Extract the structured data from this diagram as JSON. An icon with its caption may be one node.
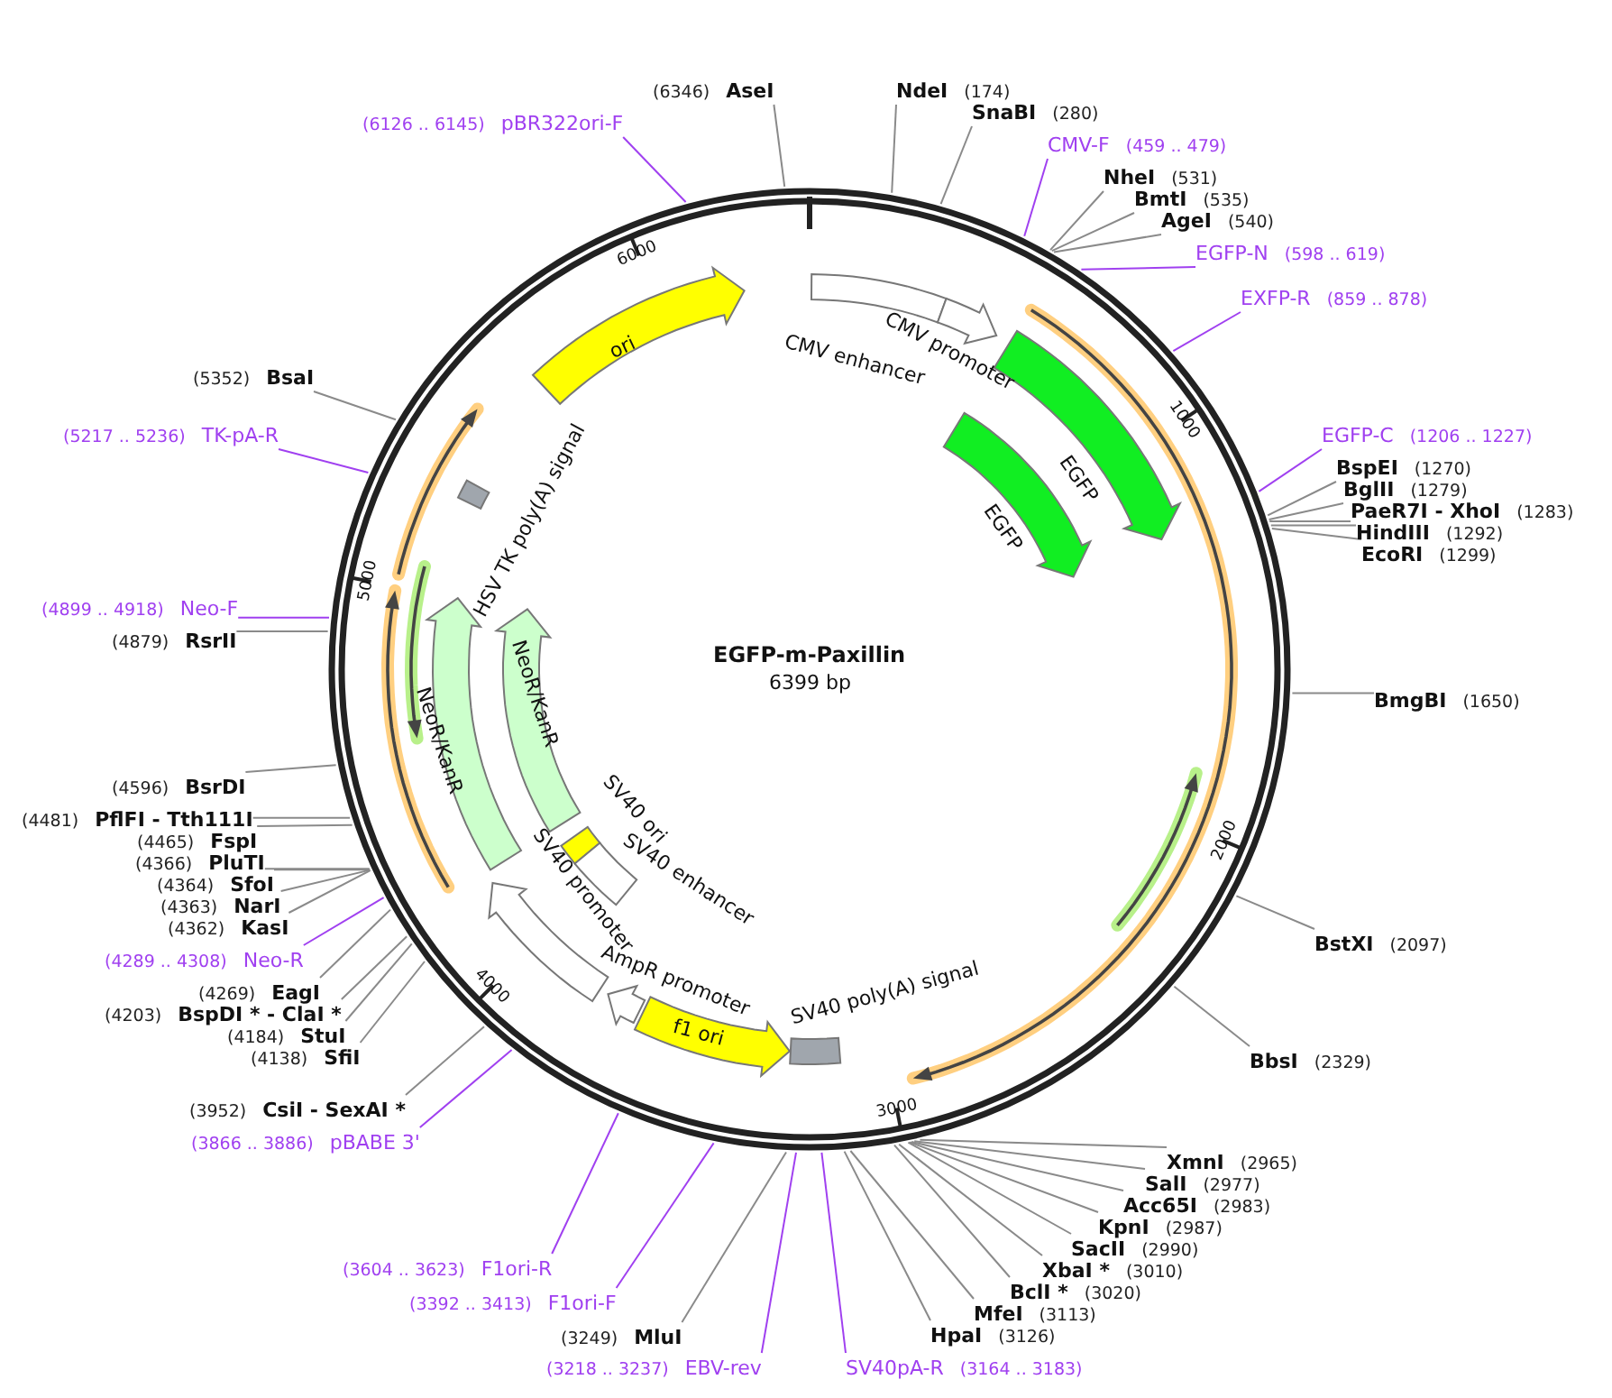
{
  "diagram": {
    "title": "EGFP-m-Paxillin",
    "nodes": [
      {
        "text": [
          "(6346)",
          "AseI"
        ]
      },
      {
        "text": [
          "NdeI",
          "(174)"
        ]
      },
      {
        "text": [
          "SnaBI",
          "(280)"
        ]
      },
      {
        "text": [
          "(6126 .. 6145)",
          "pBR322ori-F"
        ]
      },
      {
        "text": [
          "CMV-F",
          "(459 .. 479)"
        ]
      },
      {
        "text": [
          "NheI",
          "(531)"
        ]
      },
      {
        "text": [
          "BmtI",
          "(535)"
        ]
      },
      {
        "text": [
          "AgeI",
          "(540)"
        ]
      },
      {
        "text": [
          "EGFP-N",
          "(598 .. 619)"
        ]
      },
      {
        "text": [
          "EXFP-R",
          "(859 .. 878)"
        ]
      },
      {
        "text": [
          "(5352)",
          "BsaI"
        ]
      },
      {
        "text": [
          "(5217 .. 5236)",
          "TK-pA-R"
        ]
      },
      {
        "text": [
          "EGFP-C",
          "(1206 .. 1227)"
        ]
      },
      {
        "text": [
          "BspEI",
          "(1270)"
        ]
      },
      {
        "text": [
          "BglII",
          "(1279)"
        ]
      },
      {
        "text": [
          "PaeR7I - XhoI",
          "(1283)"
        ]
      },
      {
        "text": [
          "HindIII",
          "(1292)"
        ]
      },
      {
        "text": [
          "EcoRI",
          "(1299)"
        ]
      },
      {
        "text": [
          "(4899 .. 4918)",
          "Neo-F"
        ]
      },
      {
        "text": [
          "(4879)",
          "RsrII"
        ]
      },
      {
        "text": [
          "BmgBI",
          "(1650)"
        ]
      },
      {
        "text": [
          "(4596)",
          "BsrDI"
        ]
      },
      {
        "text": [
          "(4481)",
          "PflFI - Tth111I"
        ]
      },
      {
        "text": [
          "(4465)",
          "FspI"
        ]
      },
      {
        "text": [
          "(4366)",
          "PluTI"
        ]
      },
      {
        "text": [
          "(4364)",
          "SfoI"
        ]
      },
      {
        "text": [
          "(4363)",
          "NarI"
        ]
      },
      {
        "text": [
          "(4362)",
          "KasI"
        ]
      },
      {
        "text": [
          "BstXI",
          "(2097)"
        ]
      },
      {
        "text": [
          "(4289 .. 4308)",
          "Neo-R"
        ]
      },
      {
        "text": [
          "(4269)",
          "EagI"
        ]
      },
      {
        "text": [
          "(4203)",
          "BspDI * - ClaI *"
        ]
      },
      {
        "text": [
          "(4184)",
          "StuI"
        ]
      },
      {
        "text": [
          "(4138)",
          "SfiI"
        ]
      },
      {
        "text": [
          "BbsI",
          "(2329)"
        ]
      },
      {
        "text": [
          "(3952)",
          "CsiI - SexAI *"
        ]
      },
      {
        "text": [
          "(3866 .. 3886)",
          "pBABE 3'"
        ]
      },
      {
        "text": [
          "XmnI",
          "(2965)"
        ]
      },
      {
        "text": [
          "SalI",
          "(2977)"
        ]
      },
      {
        "text": [
          "Acc65I",
          "(2983)"
        ]
      },
      {
        "text": [
          "KpnI",
          "(2987)"
        ]
      },
      {
        "text": [
          "SacII",
          "(2990)"
        ]
      },
      {
        "text": [
          "XbaI *",
          "(3010)"
        ]
      },
      {
        "text": [
          "(3604 .. 3623)",
          "F1ori-R"
        ]
      },
      {
        "text": [
          "BclI *",
          "(3020)"
        ]
      },
      {
        "text": [
          "(3392 .. 3413)",
          "F1ori-F"
        ]
      },
      {
        "text": [
          "MfeI",
          "(3113)"
        ]
      },
      {
        "text": [
          "HpaI",
          "(3126)"
        ]
      },
      {
        "text": [
          "(3249)",
          "MluI"
        ]
      },
      {
        "text": [
          "(3218 .. 3237)",
          "EBV-rev"
        ]
      },
      {
        "text": [
          "SV40pA-R",
          "(3164 .. 3183)"
        ]
      },
      {
        "text": [
          "ori"
        ]
      },
      {
        "text": [
          "CMV enhancer"
        ]
      },
      {
        "text": [
          "CMV promoter"
        ]
      },
      {
        "text": [
          "EGFP"
        ]
      },
      {
        "text": [
          "EGFP"
        ]
      },
      {
        "text": [
          "HSV TK poly(A) signal"
        ]
      },
      {
        "text": [
          "NeoR/KanR"
        ]
      },
      {
        "text": [
          "NeoR/KanR"
        ]
      },
      {
        "text": [
          "SV40 ori"
        ]
      },
      {
        "text": [
          "SV40 enhancer"
        ]
      },
      {
        "text": [
          "SV40 promoter"
        ]
      },
      {
        "text": [
          "AmpR promoter"
        ]
      },
      {
        "text": [
          "f1 ori"
        ]
      },
      {
        "text": [
          "SV40 poly(A) signal"
        ]
      }
    ],
    "edges": [
      {
        "from": 0,
        "to": null,
        "arrow": "none"
      },
      {
        "from": 1,
        "to": null,
        "arrow": "none"
      },
      {
        "from": 2,
        "to": null,
        "arrow": "none"
      },
      {
        "from": 3,
        "to": null,
        "arrow": "none",
        "color": "#a040f0"
      },
      {
        "from": 4,
        "to": null,
        "arrow": "none",
        "color": "#a040f0"
      },
      {
        "from": 5,
        "to": null,
        "arrow": "none"
      },
      {
        "from": 6,
        "to": null,
        "arrow": "none"
      },
      {
        "from": 7,
        "to": null,
        "arrow": "none"
      },
      {
        "from": 8,
        "to": null,
        "arrow": "none",
        "color": "#a040f0"
      },
      {
        "from": 9,
        "to": null,
        "arrow": "none",
        "color": "#a040f0"
      },
      {
        "from": 10,
        "to": null,
        "arrow": "none"
      },
      {
        "from": 11,
        "to": null,
        "arrow": "none",
        "color": "#a040f0"
      },
      {
        "from": 12,
        "to": null,
        "arrow": "none",
        "color": "#a040f0"
      },
      {
        "from": 13,
        "to": null,
        "arrow": "none"
      },
      {
        "from": 14,
        "to": null,
        "arrow": "none"
      },
      {
        "from": 15,
        "to": null,
        "arrow": "none"
      },
      {
        "from": 16,
        "to": null,
        "arrow": "none"
      },
      {
        "from": 17,
        "to": null,
        "arrow": "none"
      },
      {
        "from": 18,
        "to": null,
        "arrow": "none",
        "color": "#a040f0"
      },
      {
        "from": 19,
        "to": null,
        "arrow": "none"
      },
      {
        "from": 20,
        "to": null,
        "arrow": "none"
      },
      {
        "from": 21,
        "to": null,
        "arrow": "none"
      },
      {
        "from": 22,
        "to": null,
        "arrow": "none"
      },
      {
        "from": 23,
        "to": null,
        "arrow": "none"
      },
      {
        "from": 24,
        "to": null,
        "arrow": "none"
      },
      {
        "from": 25,
        "to": null,
        "arrow": "none"
      },
      {
        "from": 26,
        "to": null,
        "arrow": "none"
      },
      {
        "from": 27,
        "to": null,
        "arrow": "none"
      },
      {
        "from": 28,
        "to": null,
        "arrow": "none"
      },
      {
        "from": 29,
        "to": null,
        "arrow": "none",
        "color": "#a040f0"
      },
      {
        "from": 30,
        "to": null,
        "arrow": "none"
      },
      {
        "from": 31,
        "to": null,
        "arrow": "none"
      },
      {
        "from": 32,
        "to": null,
        "arrow": "none"
      },
      {
        "from": 33,
        "to": null,
        "arrow": "none"
      },
      {
        "from": 34,
        "to": null,
        "arrow": "none"
      },
      {
        "from": 35,
        "to": null,
        "arrow": "none"
      },
      {
        "from": 36,
        "to": null,
        "arrow": "none",
        "color": "#a040f0"
      },
      {
        "from": 37,
        "to": null,
        "arrow": "none"
      },
      {
        "from": 38,
        "to": null,
        "arrow": "none"
      },
      {
        "from": 39,
        "to": null,
        "arrow": "none"
      },
      {
        "from": 40,
        "to": null,
        "arrow": "none"
      },
      {
        "from": 41,
        "to": null,
        "arrow": "none"
      },
      {
        "from": 42,
        "to": null,
        "arrow": "none"
      },
      {
        "from": 43,
        "to": null,
        "arrow": "none",
        "color": "#a040f0"
      },
      {
        "from": 44,
        "to": null,
        "arrow": "none"
      },
      {
        "from": 45,
        "to": null,
        "arrow": "none",
        "color": "#a040f0"
      },
      {
        "from": 46,
        "to": null,
        "arrow": "none"
      },
      {
        "from": 47,
        "to": null,
        "arrow": "none"
      },
      {
        "from": 48,
        "to": null,
        "arrow": "none"
      },
      {
        "from": 49,
        "to": null,
        "arrow": "none",
        "color": "#a040f0"
      },
      {
        "from": 50,
        "to": null,
        "arrow": "none",
        "color": "#a040f0"
      }
    ],
    "labels": [
      "6399 bp",
      "1000",
      "2000",
      "3000",
      "4000",
      "5000",
      "6000"
    ]
  }
}
